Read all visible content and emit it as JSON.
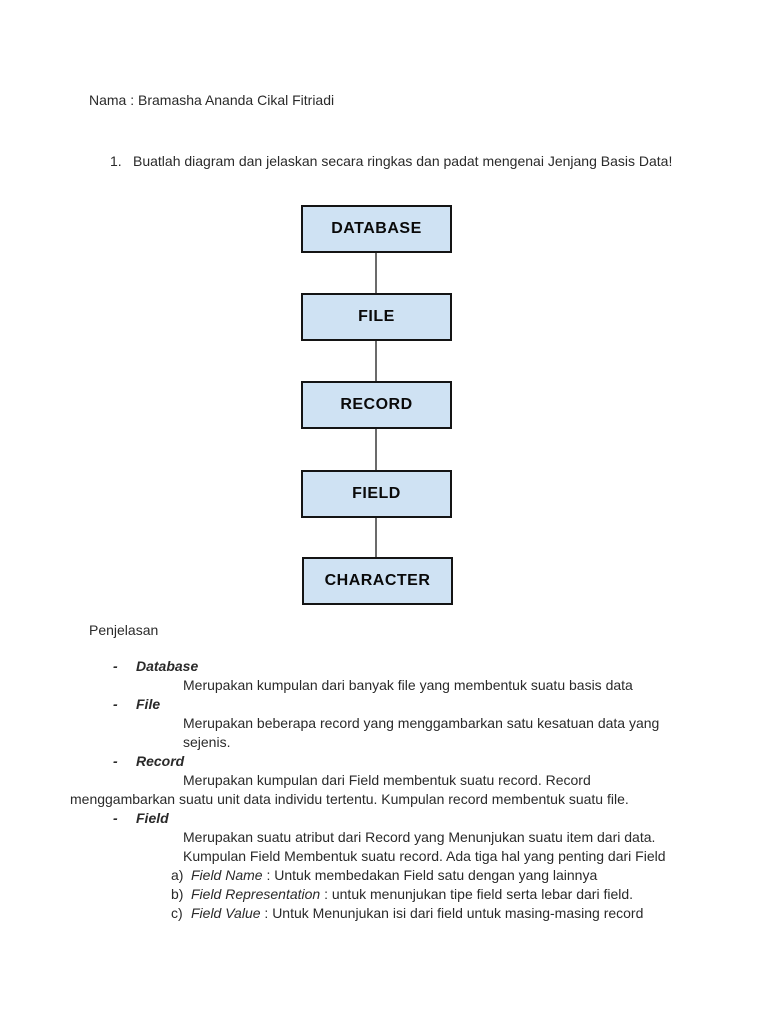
{
  "document": {
    "name_line": "Nama : Bramasha Ananda Cikal Fitriadi",
    "question": {
      "number": "1.",
      "text": "Buatlah diagram dan jelaskan secara ringkas dan padat mengenai Jenjang Basis Data!"
    },
    "diagram": {
      "levels": [
        "DATABASE",
        "FILE",
        "RECORD",
        "FIELD",
        "CHARACTER"
      ],
      "box_fill": "#cfe2f3",
      "box_border": "#141414",
      "connector_color": "#6b6b6b"
    },
    "explanation": {
      "title": "Penjelasan",
      "items": [
        {
          "bullet": "-",
          "term": "Database",
          "line1": "Merupakan kumpulan dari banyak file yang membentuk suatu basis data"
        },
        {
          "bullet": "-",
          "term": "File",
          "line1": "Merupakan beberapa record yang menggambarkan satu kesatuan data yang",
          "line2": "sejenis."
        },
        {
          "bullet": "-",
          "term": "Record",
          "line1": "Merupakan kumpulan dari Field membentuk suatu record. Record",
          "line2": "menggambarkan suatu unit data individu tertentu. Kumpulan record membentuk suatu file."
        },
        {
          "bullet": "-",
          "term": "Field",
          "line1": "Merupakan suatu atribut dari Record yang Menunjukan suatu item dari data.",
          "line2": "Kumpulan Field Membentuk suatu record. Ada tiga hal yang penting dari Field"
        }
      ],
      "field_properties": [
        {
          "label": "a)",
          "term": "Field Name",
          "rest": " : Untuk membedakan Field satu dengan yang lainnya"
        },
        {
          "label": "b)",
          "term": "Field Representation",
          "rest": " : untuk menunjukan tipe field serta lebar dari field."
        },
        {
          "label": "c)",
          "term": "Field Value",
          "rest": " : Untuk Menunjukan isi dari field untuk masing-masing record"
        }
      ]
    }
  }
}
